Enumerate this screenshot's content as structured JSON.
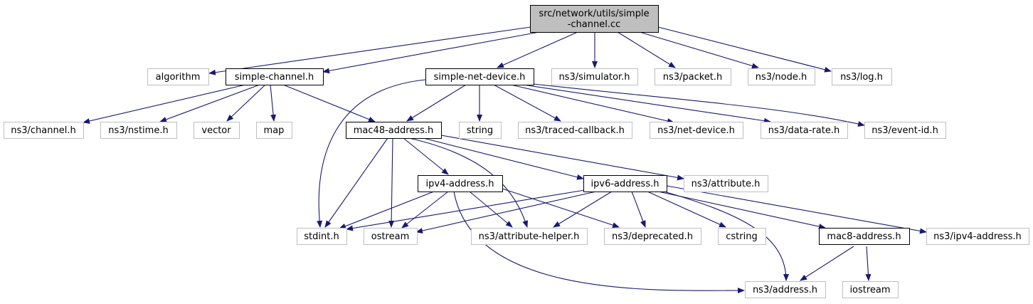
{
  "diagram": {
    "nodes": [
      {
        "id": "root",
        "label": "src/network/utils/simple\n-channel.cc",
        "style": "root"
      },
      {
        "id": "algorithm",
        "label": "algorithm",
        "style": "external"
      },
      {
        "id": "simple_channel_h",
        "label": "simple-channel.h",
        "style": "file"
      },
      {
        "id": "simple_net_device_h",
        "label": "simple-net-device.h",
        "style": "file"
      },
      {
        "id": "ns3_simulator_h",
        "label": "ns3/simulator.h",
        "style": "external"
      },
      {
        "id": "ns3_packet_h",
        "label": "ns3/packet.h",
        "style": "external"
      },
      {
        "id": "ns3_node_h",
        "label": "ns3/node.h",
        "style": "external"
      },
      {
        "id": "ns3_log_h",
        "label": "ns3/log.h",
        "style": "external"
      },
      {
        "id": "ns3_channel_h",
        "label": "ns3/channel.h",
        "style": "external"
      },
      {
        "id": "ns3_nstime_h",
        "label": "ns3/nstime.h",
        "style": "external"
      },
      {
        "id": "vector",
        "label": "vector",
        "style": "external"
      },
      {
        "id": "map",
        "label": "map",
        "style": "external"
      },
      {
        "id": "mac48_address_h",
        "label": "mac48-address.h",
        "style": "file"
      },
      {
        "id": "string",
        "label": "string",
        "style": "external"
      },
      {
        "id": "ns3_traced_callback_h",
        "label": "ns3/traced-callback.h",
        "style": "external"
      },
      {
        "id": "ns3_net_device_h",
        "label": "ns3/net-device.h",
        "style": "external"
      },
      {
        "id": "ns3_data_rate_h",
        "label": "ns3/data-rate.h",
        "style": "external"
      },
      {
        "id": "ns3_event_id_h",
        "label": "ns3/event-id.h",
        "style": "external"
      },
      {
        "id": "ipv4_address_h",
        "label": "ipv4-address.h",
        "style": "file"
      },
      {
        "id": "ipv6_address_h",
        "label": "ipv6-address.h",
        "style": "file"
      },
      {
        "id": "ns3_attribute_h",
        "label": "ns3/attribute.h",
        "style": "external"
      },
      {
        "id": "stdint_h",
        "label": "stdint.h",
        "style": "external"
      },
      {
        "id": "ostream",
        "label": "ostream",
        "style": "external"
      },
      {
        "id": "ns3_attribute_helper_h",
        "label": "ns3/attribute-helper.h",
        "style": "external"
      },
      {
        "id": "ns3_deprecated_h",
        "label": "ns3/deprecated.h",
        "style": "external"
      },
      {
        "id": "cstring",
        "label": "cstring",
        "style": "external"
      },
      {
        "id": "mac8_address_h",
        "label": "mac8-address.h",
        "style": "file"
      },
      {
        "id": "ns3_ipv4_address_h",
        "label": "ns3/ipv4-address.h",
        "style": "external"
      },
      {
        "id": "ns3_address_h",
        "label": "ns3/address.h",
        "style": "external"
      },
      {
        "id": "iostream",
        "label": "iostream",
        "style": "external"
      }
    ],
    "edges": [
      [
        "root",
        "algorithm"
      ],
      [
        "root",
        "simple_channel_h"
      ],
      [
        "root",
        "simple_net_device_h"
      ],
      [
        "root",
        "ns3_simulator_h"
      ],
      [
        "root",
        "ns3_packet_h"
      ],
      [
        "root",
        "ns3_node_h"
      ],
      [
        "root",
        "ns3_log_h"
      ],
      [
        "simple_channel_h",
        "ns3_channel_h"
      ],
      [
        "simple_channel_h",
        "ns3_nstime_h"
      ],
      [
        "simple_channel_h",
        "vector"
      ],
      [
        "simple_channel_h",
        "map"
      ],
      [
        "simple_channel_h",
        "mac48_address_h"
      ],
      [
        "simple_net_device_h",
        "stdint_h"
      ],
      [
        "simple_net_device_h",
        "mac48_address_h"
      ],
      [
        "simple_net_device_h",
        "string"
      ],
      [
        "simple_net_device_h",
        "ns3_traced_callback_h"
      ],
      [
        "simple_net_device_h",
        "ns3_net_device_h"
      ],
      [
        "simple_net_device_h",
        "ns3_data_rate_h"
      ],
      [
        "simple_net_device_h",
        "ns3_event_id_h"
      ],
      [
        "mac48_address_h",
        "stdint_h"
      ],
      [
        "mac48_address_h",
        "ostream"
      ],
      [
        "mac48_address_h",
        "ipv4_address_h"
      ],
      [
        "mac48_address_h",
        "ns3_attribute_helper_h"
      ],
      [
        "mac48_address_h",
        "ipv6_address_h"
      ],
      [
        "mac48_address_h",
        "ns3_attribute_h"
      ],
      [
        "ipv4_address_h",
        "stdint_h"
      ],
      [
        "ipv4_address_h",
        "ostream"
      ],
      [
        "ipv4_address_h",
        "ns3_attribute_helper_h"
      ],
      [
        "ipv4_address_h",
        "ns3_deprecated_h"
      ],
      [
        "ipv4_address_h",
        "ns3_address_h"
      ],
      [
        "ipv6_address_h",
        "stdint_h"
      ],
      [
        "ipv6_address_h",
        "ostream"
      ],
      [
        "ipv6_address_h",
        "ns3_attribute_helper_h"
      ],
      [
        "ipv6_address_h",
        "ns3_deprecated_h"
      ],
      [
        "ipv6_address_h",
        "cstring"
      ],
      [
        "ipv6_address_h",
        "mac8_address_h"
      ],
      [
        "ipv6_address_h",
        "ns3_ipv4_address_h"
      ],
      [
        "ipv6_address_h",
        "ns3_address_h"
      ],
      [
        "mac8_address_h",
        "ns3_address_h"
      ],
      [
        "mac8_address_h",
        "iostream"
      ]
    ]
  },
  "colors": {
    "edge": "#191970",
    "root_fill": "#bfbfbf",
    "root_border": "#000000",
    "file_border": "#000000",
    "external_border": "#bfbfbf",
    "text": "#000000"
  }
}
